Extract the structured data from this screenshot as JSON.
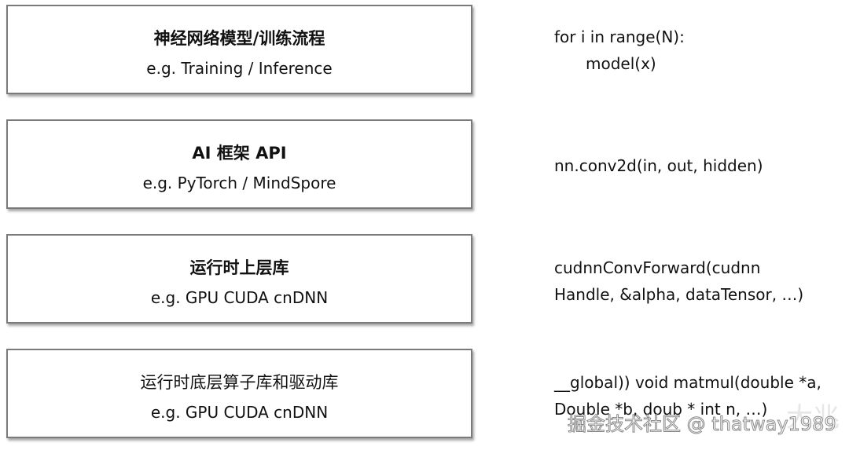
{
  "layers": [
    {
      "title": "神经网络模型/训练流程",
      "subtitle": "e.g. Training / Inference",
      "code_lines": [
        "for i in range(N):",
        "model(x)"
      ]
    },
    {
      "title": "AI 框架 API",
      "subtitle": "e.g. PyTorch / MindSpore",
      "code_lines": [
        "nn.conv2d(in, out, hidden)"
      ]
    },
    {
      "title": "运行时上层库",
      "subtitle": "e.g. GPU CUDA cnDNN",
      "code_lines": [
        "cudnnConvForward(cudnn",
        "Handle, &alpha, dataTensor, …)"
      ]
    },
    {
      "title": "运行时底层算子库和驱动库",
      "subtitle": "e.g. GPU CUDA cnDNN",
      "code_lines": [
        "__global)) void matmul(double *a,",
        "Double *b, doub  *  int n, …)"
      ]
    }
  ],
  "watermark": {
    "text": "掘金技术社区 @ thatway1989",
    "decoration": "大兆"
  }
}
